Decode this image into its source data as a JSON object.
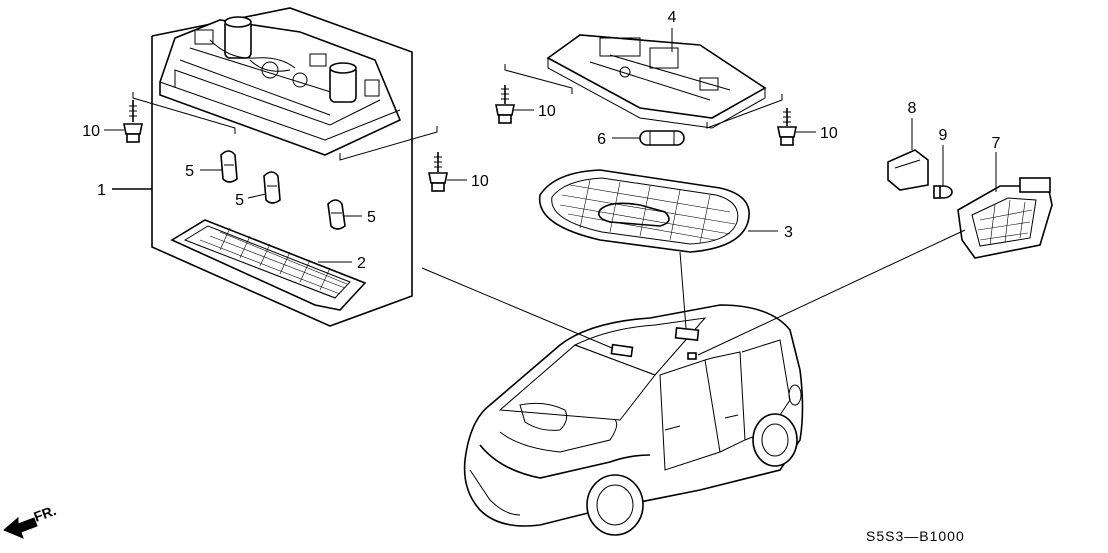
{
  "diagram": {
    "title": "Interior Light Parts Diagram",
    "code": "S5S3—B1000",
    "direction": "FR.",
    "callouts": {
      "c1": "1",
      "c2": "2",
      "c3": "3",
      "c4": "4",
      "c5a": "5",
      "c5b": "5",
      "c5c": "5",
      "c6": "6",
      "c7": "7",
      "c8": "8",
      "c9": "9",
      "c10a": "10",
      "c10b": "10",
      "c10c": "10",
      "c10d": "10"
    }
  }
}
